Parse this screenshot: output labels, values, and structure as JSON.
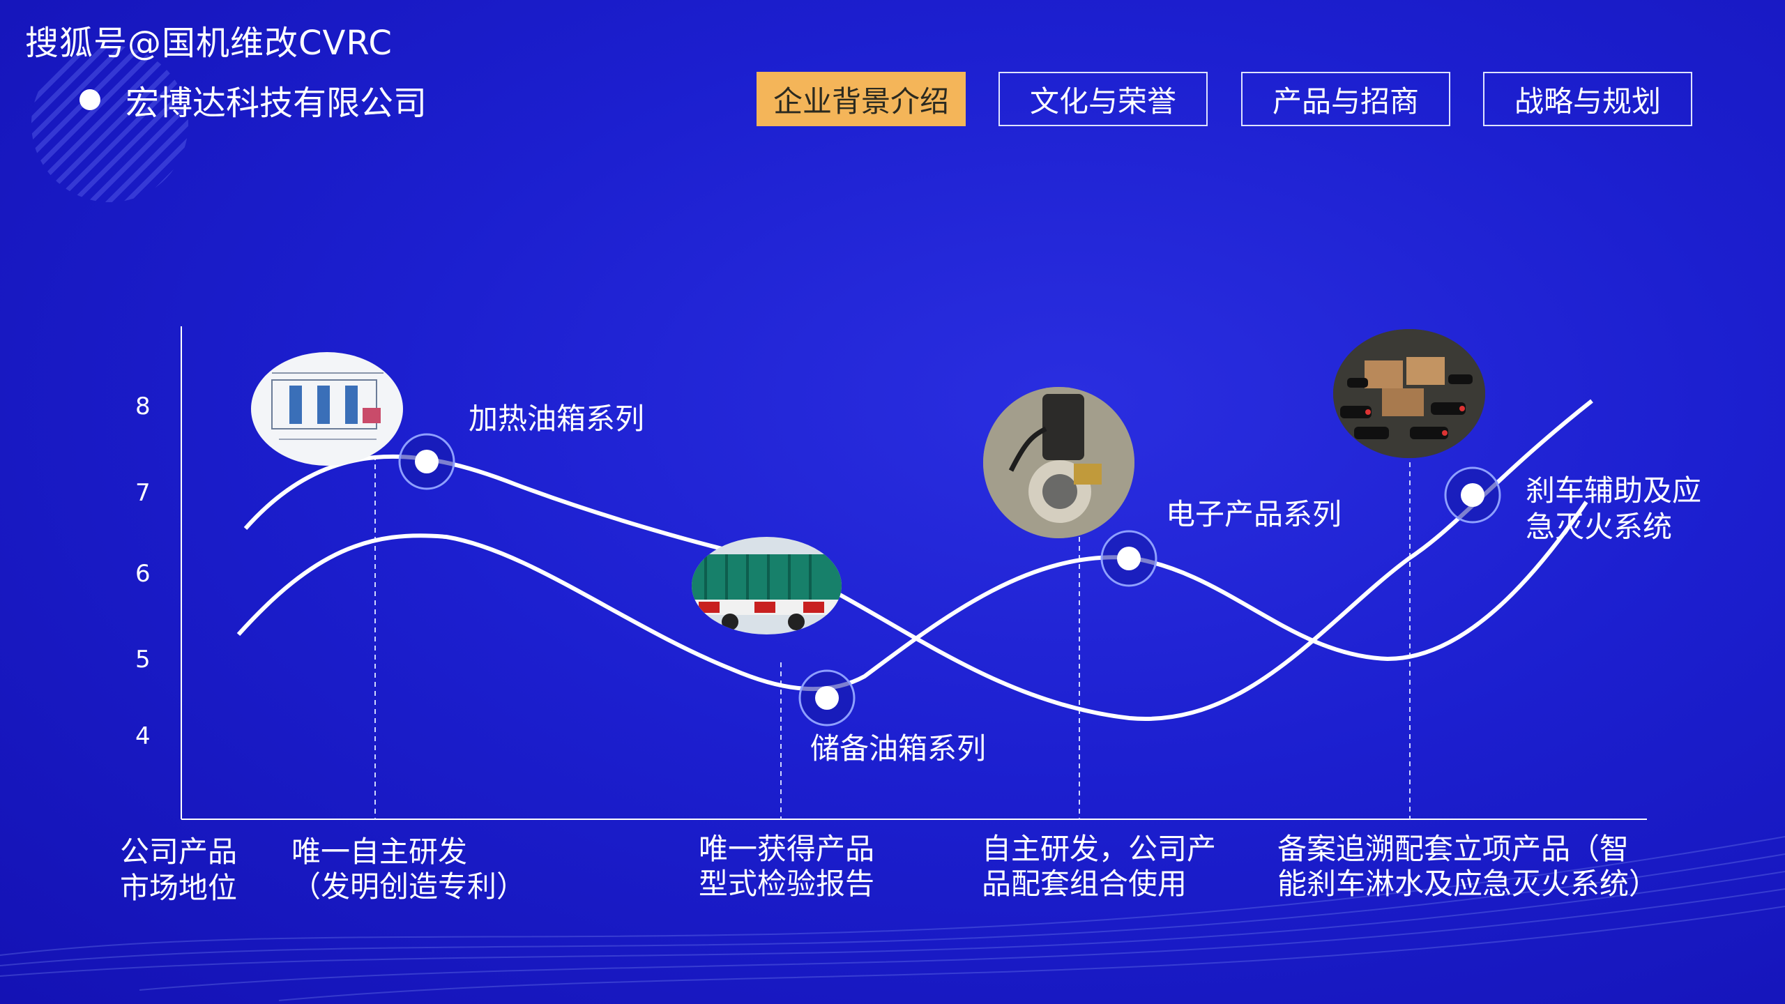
{
  "watermark": "搜狐号@国机维改CVRC",
  "company_name": "宏博达科技有限公司",
  "tabs": [
    {
      "label": "企业背景介绍",
      "active": true
    },
    {
      "label": "文化与荣誉",
      "active": false
    },
    {
      "label": "产品与招商",
      "active": false
    },
    {
      "label": "战略与规划",
      "active": false
    }
  ],
  "y_ticks": [
    "8",
    "7",
    "6",
    "5",
    "4"
  ],
  "products": [
    {
      "label": "加热油箱系列",
      "image": "heating-tank-diagram"
    },
    {
      "label": "储备油箱系列",
      "image": "green-truck-photo"
    },
    {
      "label": "电子产品系列",
      "image": "electronic-part-photo"
    },
    {
      "label": "刹车辅助及应急灭火系统",
      "line1": "刹车辅助及应",
      "line2": "急灭火系统",
      "image": "boxes-photo"
    }
  ],
  "x_labels": [
    {
      "line1": "公司产品",
      "line2": "市场地位"
    },
    {
      "line1": "唯一自主研发",
      "line2": "（发明创造专利）"
    },
    {
      "line1": "唯一获得产品",
      "line2": "型式检验报告"
    },
    {
      "line1": "自主研发，公司产",
      "line2": "品配套组合使用"
    },
    {
      "line1": "备案追溯配套立项产品（智",
      "line2": "能刹车淋水及应急灭火系统）"
    }
  ],
  "colors": {
    "background": "#1c1fcf",
    "active_tab": "#f4b559",
    "line": "#ffffff"
  }
}
